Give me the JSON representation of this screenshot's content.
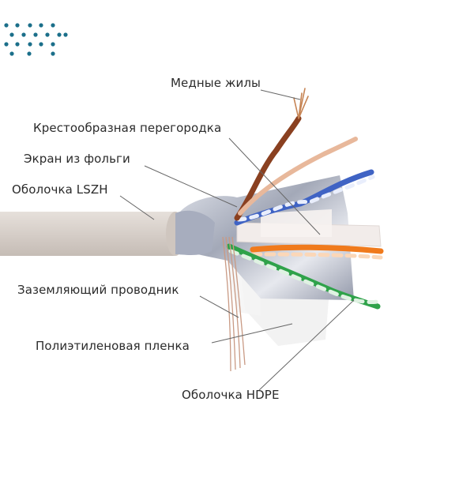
{
  "colors": {
    "logo_dot": "#1b6f8a",
    "label_text": "#2b2b2b",
    "leader_line": "#666666",
    "cable_jacket": "#d9d2cc",
    "copper": "#b9704a",
    "foil": "#b8bcc8",
    "blue_pair": "#3f63c4",
    "orange_pair": "#f07a1c",
    "green_pair": "#2fa24a",
    "separator": "#f2ecea"
  },
  "logo": {
    "icon": "dotted-arrow-logo"
  },
  "labels": {
    "copper_cores": "Медные жилы",
    "cross_separator": "Крестообразная перегородка",
    "foil_screen": "Экран из фольги",
    "lszh_jacket": "Оболочка LSZH",
    "drain_wire": "Заземляющий проводник",
    "polyethylene_film": "Полиэтиленовая пленка",
    "hdpe_jacket": "Оболочка HDPE"
  }
}
